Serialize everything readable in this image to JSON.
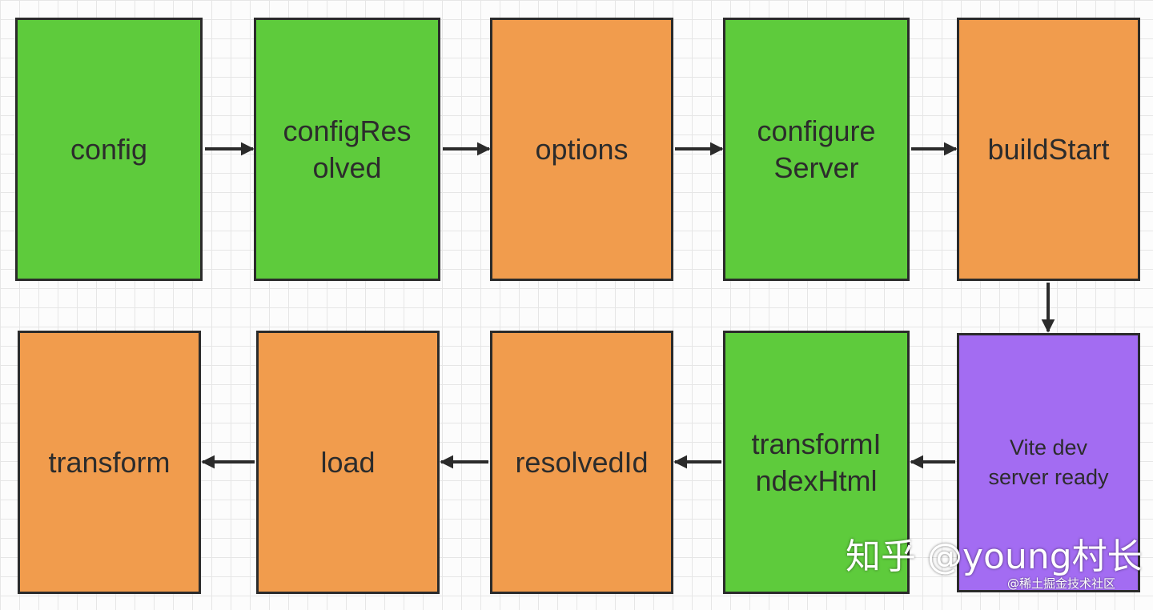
{
  "nodes": [
    {
      "id": "config",
      "label": "config",
      "color": "green"
    },
    {
      "id": "configResolved",
      "label": "configRes\nolved",
      "color": "green"
    },
    {
      "id": "options",
      "label": "options",
      "color": "orange"
    },
    {
      "id": "configureServer",
      "label": "configure\nServer",
      "color": "green"
    },
    {
      "id": "buildStart",
      "label": "buildStart",
      "color": "orange"
    },
    {
      "id": "viteReady",
      "label": "Vite dev\nserver ready",
      "color": "purple"
    },
    {
      "id": "transformIndexHtml",
      "label": "transformI\nndexHtml",
      "color": "green"
    },
    {
      "id": "resolvedId",
      "label": "resolvedId",
      "color": "orange"
    },
    {
      "id": "load",
      "label": "load",
      "color": "orange"
    },
    {
      "id": "transform",
      "label": "transform",
      "color": "orange"
    }
  ],
  "edges": [
    [
      "config",
      "configResolved"
    ],
    [
      "configResolved",
      "options"
    ],
    [
      "options",
      "configureServer"
    ],
    [
      "configureServer",
      "buildStart"
    ],
    [
      "buildStart",
      "viteReady"
    ],
    [
      "viteReady",
      "transformIndexHtml"
    ],
    [
      "transformIndexHtml",
      "resolvedId"
    ],
    [
      "resolvedId",
      "load"
    ],
    [
      "load",
      "transform"
    ]
  ],
  "colors": {
    "green": "#5ecb3c",
    "orange": "#f19c4d",
    "purple": "#a36cf2",
    "border": "#2b2b2b",
    "arrow": "#2b2b2b"
  },
  "watermark": {
    "main": "知乎 @young村长",
    "sub": "@稀土掘金技术社区"
  }
}
